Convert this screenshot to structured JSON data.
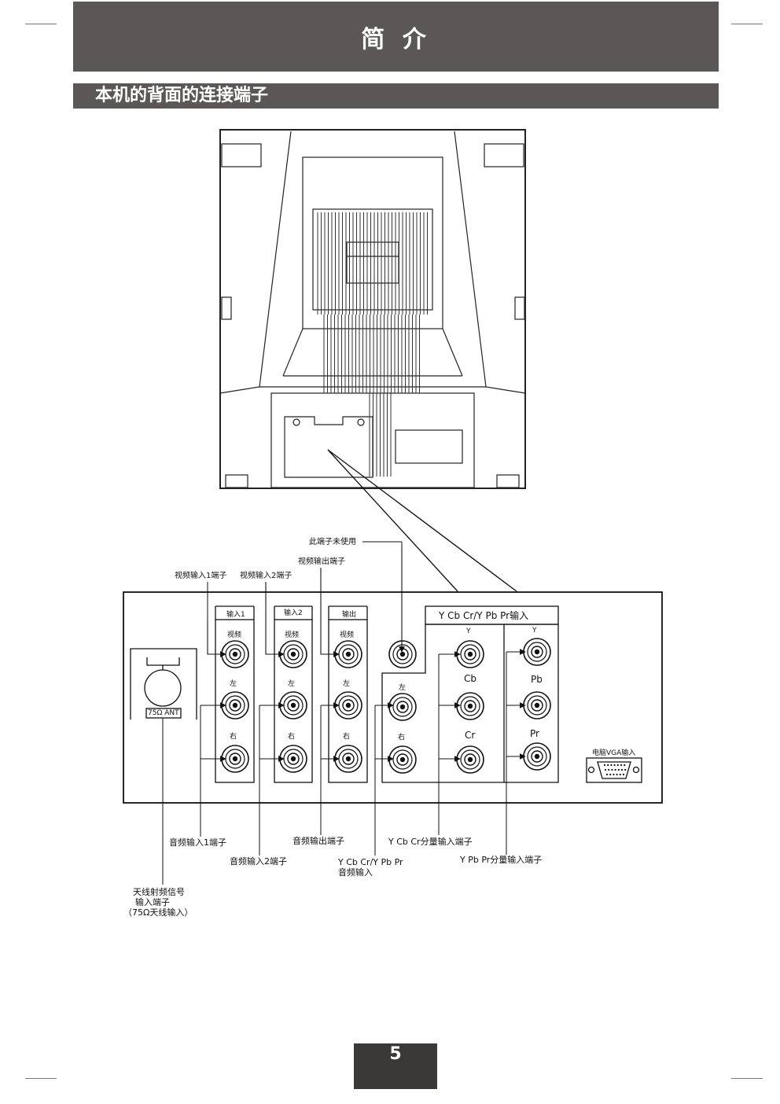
{
  "header": {
    "title": "简 介"
  },
  "section": {
    "title": "本机的背面的连接端子"
  },
  "diagram": {
    "antenna_tag": "75Ω ANT",
    "groups": {
      "input1": "输入1",
      "input2": "输入2",
      "output": "输出",
      "component": "Y Cb Cr/Y Pb Pr输入"
    },
    "port_labels": {
      "video": "视频",
      "left": "左",
      "right": "右",
      "y": "Y",
      "cb": "Cb",
      "cr": "Cr",
      "pb": "Pb",
      "pr": "Pr"
    },
    "vga_label": "电脑VGA输入",
    "callouts": {
      "unused": "此端子未使用",
      "video_out": "视频输出端子",
      "video_in1": "视频输入1端子",
      "video_in2": "视频输入2端子",
      "audio_in1": "音频输入1端子",
      "audio_in2": "音频输入2端子",
      "audio_out": "音频输出端子",
      "ycbcr_in": "Y Cb Cr分量输入端子",
      "ypbpr_in": "Y Pb Pr分量输入端子",
      "component_audio_line1": "Y Cb Cr/Y Pb Pr",
      "component_audio_line2": "音频输入",
      "antenna_line1": "天线射频信号",
      "antenna_line2": "输入端子",
      "antenna_line3": "（75Ω天线输入）"
    }
  },
  "footer": {
    "page_number": "5"
  }
}
